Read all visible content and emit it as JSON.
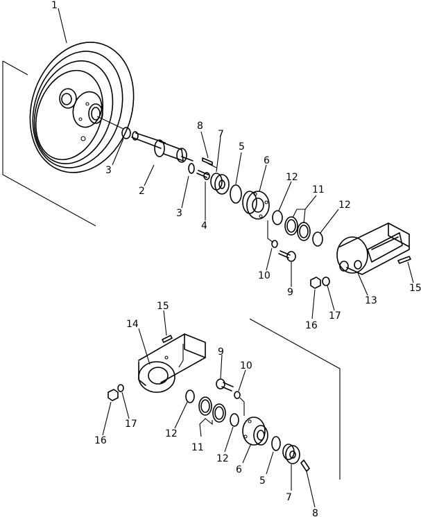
{
  "callouts": {
    "c1": "1",
    "c2": "2",
    "c3a": "3",
    "c3b": "3",
    "c4": "4",
    "c5a": "5",
    "c6a": "6",
    "c7a": "7",
    "c8a": "8",
    "c9a": "9",
    "c10a": "10",
    "c11a": "11",
    "c12a": "12",
    "c12b": "12",
    "c13": "13",
    "c15a": "15",
    "c16a": "16",
    "c17a": "17",
    "c14": "14",
    "c15b": "15",
    "c9b": "9",
    "c10b": "10",
    "c16b": "16",
    "c17b": "17",
    "c12c": "12",
    "c11b": "11",
    "c12d": "12",
    "c6b": "6",
    "c5b": "5",
    "c7b": "7",
    "c8b": "8"
  }
}
